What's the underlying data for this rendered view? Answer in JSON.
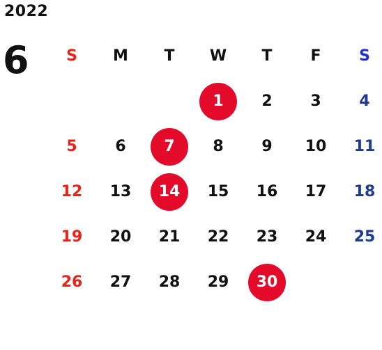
{
  "calendar": {
    "year": "2022",
    "month": "6",
    "weekday_headers": [
      "S",
      "M",
      "T",
      "W",
      "T",
      "F",
      "S"
    ],
    "weeks": [
      [
        "",
        "",
        "",
        "1",
        "2",
        "3",
        "4"
      ],
      [
        "5",
        "6",
        "7",
        "8",
        "9",
        "10",
        "11"
      ],
      [
        "12",
        "13",
        "14",
        "15",
        "16",
        "17",
        "18"
      ],
      [
        "19",
        "20",
        "21",
        "22",
        "23",
        "24",
        "25"
      ],
      [
        "26",
        "27",
        "28",
        "29",
        "30",
        "",
        ""
      ]
    ],
    "marked_days": [
      "1",
      "7",
      "14",
      "30"
    ]
  },
  "colors": {
    "sunday": "#e8231a",
    "saturday": "#1d3a8e",
    "saturday_header": "#1f2fd6",
    "marked_fill": "#e30a2a",
    "text": "#111111"
  }
}
